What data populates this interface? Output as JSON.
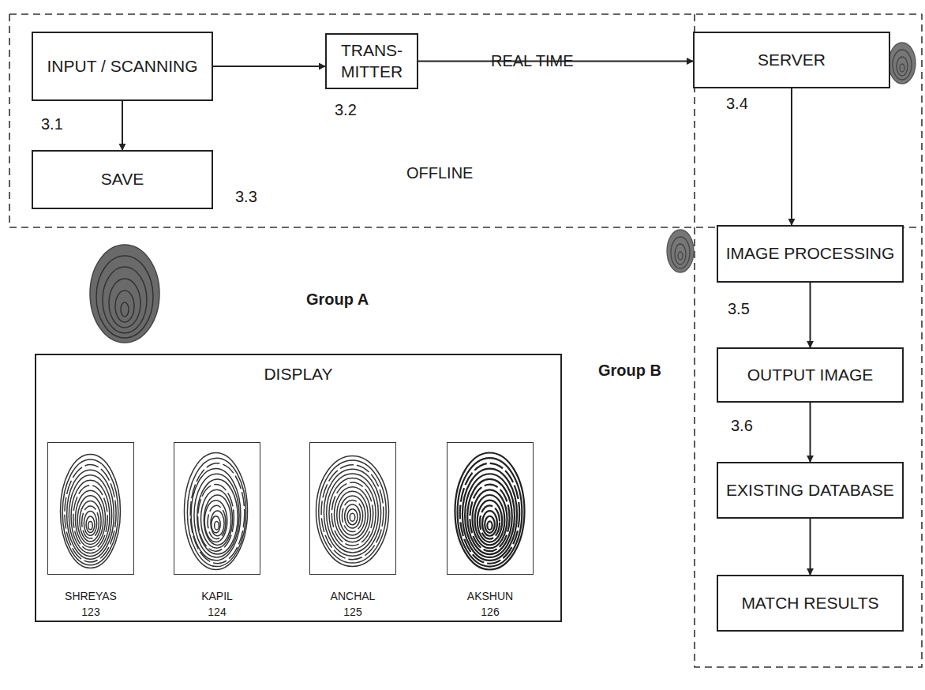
{
  "diagram": {
    "nodes": [
      {
        "text": [
          "INPUT / SCANNING"
        ]
      },
      {
        "text": [
          "TRANS- MITTER"
        ]
      },
      {
        "text": [
          "SERVER"
        ]
      },
      {
        "text": [
          "SAVE"
        ]
      },
      {
        "text": [
          "IMAGE PROCESSING"
        ]
      },
      {
        "text": [
          "OUTPUT IMAGE"
        ]
      },
      {
        "text": [
          "DISPLAY"
        ]
      },
      {
        "text": [
          "SHREYAS",
          "123"
        ],
        "in": 6
      },
      {
        "text": [
          "KAPIL",
          "124"
        ],
        "in": 6
      },
      {
        "text": [
          "ANCHAL",
          "125"
        ],
        "in": 6
      },
      {
        "text": [
          "AKSHUN",
          "126"
        ],
        "in": 6
      },
      {
        "text": [
          "EXISTING DATABASE"
        ]
      },
      {
        "text": [
          "MATCH RESULTS"
        ]
      }
    ],
    "edges": [
      {
        "from": 0,
        "to": 1,
        "arrow": "to"
      },
      {
        "from": 1,
        "to": 2,
        "arrow": "to"
      },
      {
        "from": 0,
        "to": 3,
        "arrow": "to"
      },
      {
        "from": 2,
        "to": 4,
        "arrow": "to"
      },
      {
        "from": 4,
        "to": 5,
        "arrow": "to"
      },
      {
        "from": 5,
        "to": 11,
        "arrow": "to"
      },
      {
        "from": 11,
        "to": 12,
        "arrow": "to"
      }
    ],
    "labels": [
      "REAL TIME",
      "OFFLINE",
      "3.1",
      "3.2",
      "3.3",
      "3.4",
      "3.5",
      "3.6",
      "Group A",
      "Group B"
    ]
  }
}
